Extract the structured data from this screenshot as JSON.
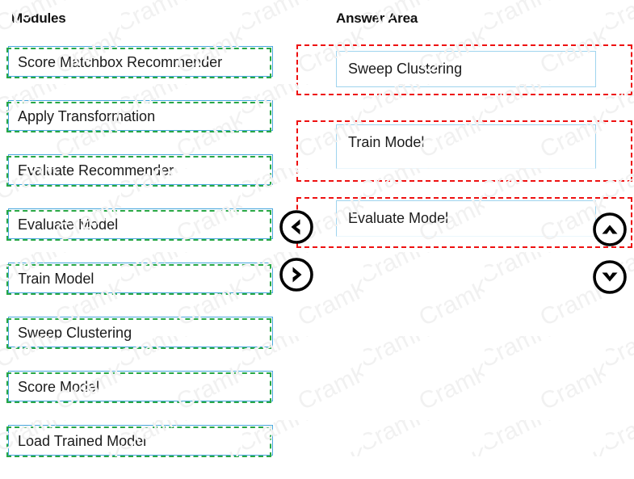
{
  "columns": {
    "modules_heading": "Modules",
    "answer_heading": "Answer Area"
  },
  "modules": {
    "items": [
      {
        "label": "Score Matchbox Recommender"
      },
      {
        "label": "Apply Transformation"
      },
      {
        "label": "Evaluate Recommender"
      },
      {
        "label": "Evaluate Model"
      },
      {
        "label": "Train Model"
      },
      {
        "label": "Sweep Clustering"
      },
      {
        "label": "Score Model"
      },
      {
        "label": "Load Trained Model"
      }
    ]
  },
  "answer_area": {
    "slots": [
      {
        "label": "Sweep Clustering"
      },
      {
        "label": "Train Model"
      },
      {
        "label": "Evaluate Model"
      }
    ]
  },
  "controls": {
    "move_left": "move-left",
    "move_right": "move-right",
    "move_up": "move-up",
    "move_down": "move-down"
  },
  "watermark": {
    "text": "CramKey"
  },
  "colors": {
    "module_border_blue": "#4aa8de",
    "module_border_green": "#28a745",
    "dropzone_red": "#ee1111",
    "slot_border_blue": "#9fd4ee",
    "text": "#1b1b1b",
    "watermark": "#f0f0f0"
  }
}
